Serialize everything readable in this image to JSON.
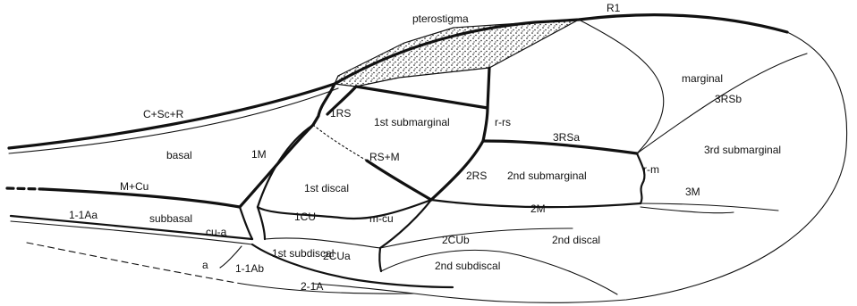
{
  "labels": {
    "pterostigma": "pterostigma",
    "r1": "R1",
    "c_sc_r": "C+Sc+R",
    "marginal": "marginal",
    "rs_3b": "3RSb",
    "rs_1": "1RS",
    "submarginal_1": "1st submarginal",
    "r_rs": "r-rs",
    "rs_3a": "3RSa",
    "basal": "basal",
    "m_1": "1M",
    "rs_m": "RS+M",
    "submarginal_3": "3rd submarginal",
    "rs_2": "2RS",
    "submarginal_2": "2nd submarginal",
    "r_m": "r-m",
    "m_cu": "M+Cu",
    "discal_1": "1st discal",
    "m_3": "3M",
    "a_1_1a": "1-1Aa",
    "subbasal": "subbasal",
    "cu_1": "1CU",
    "m_2": "2M",
    "cu_a": "cu-a",
    "m_cu_cross": "m-cu",
    "cub_2": "2CUb",
    "discal_2": "2nd discal",
    "subdiscal_1": "1st subdiscal",
    "cua_2": "2CUa",
    "subdiscal_2": "2nd subdiscal",
    "a": "a",
    "a_1_1b": "1-1Ab",
    "a_2_1": "2-1A"
  },
  "colors": {
    "ink": "#111111",
    "paper": "#ffffff"
  }
}
